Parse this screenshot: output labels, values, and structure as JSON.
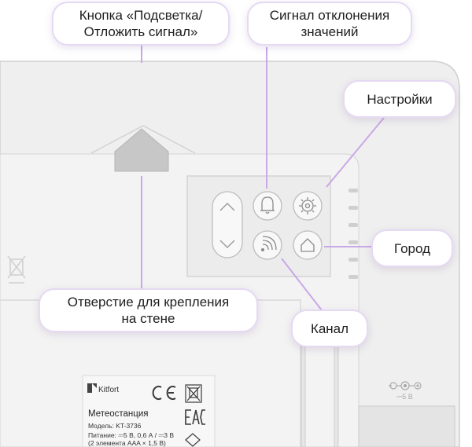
{
  "callouts": {
    "backlight": [
      "Кнопка «Подсветка/",
      "Отложить сигнал»"
    ],
    "deviation": [
      "Сигнал отклонения",
      "значений"
    ],
    "settings": [
      "Настройки"
    ],
    "city": [
      "Город"
    ],
    "mount": [
      "Отверстие для крепления",
      "на стене"
    ],
    "channel": [
      "Канал"
    ]
  },
  "product_label": {
    "brand": "Kitfort",
    "title": "Метеостанция",
    "model": "Модель: KT-3736",
    "power": "Питание: ⎓5 В, 0,6 А / ⎓3 В",
    "batteries": "(2 элемента AAA × 1,5 В)"
  },
  "power_jack": {
    "label": "⎓5 В"
  },
  "colors": {
    "accent_line": "#c9a8e8",
    "callout_border": "#e6d9f3",
    "device_body": "#efefef",
    "outline": "#c8c8c8"
  },
  "icons": [
    "up-arrow-icon",
    "down-arrow-icon",
    "bell-icon",
    "gear-icon",
    "signal-icon",
    "home-icon",
    "recycle-bin-crossed-icon",
    "ce-mark-icon",
    "eac-mark-icon"
  ]
}
